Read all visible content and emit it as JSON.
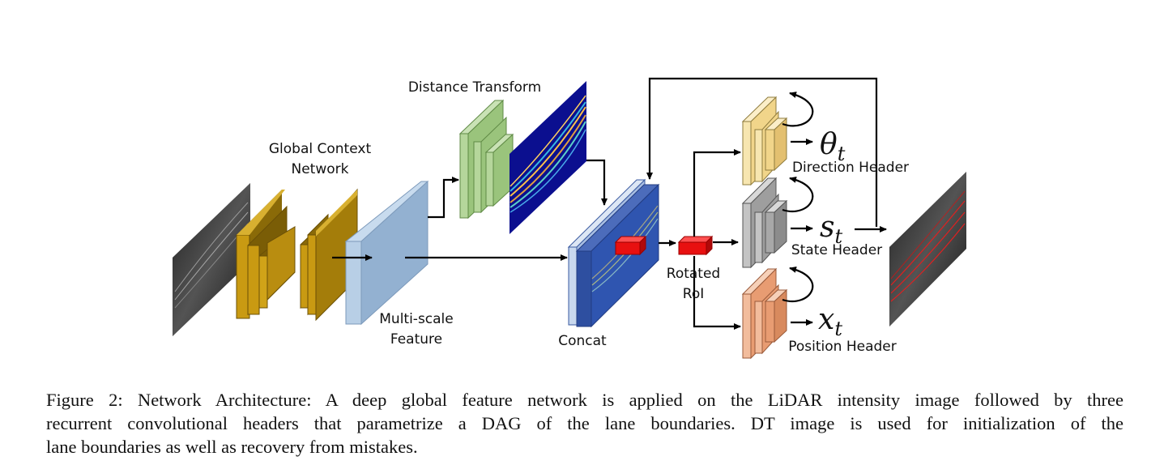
{
  "labels": {
    "global_context_line1": "Global Context",
    "global_context_line2": "Network",
    "distance_transform": "Distance Transform",
    "multiscale_line1": "Multi-scale",
    "multiscale_line2": "Feature",
    "concat": "Concat",
    "rotated_line1": "Rotated",
    "rotated_line2": "RoI",
    "direction_header": "Direction Header",
    "state_header": "State Header",
    "position_header": "Position Header"
  },
  "math": {
    "theta": {
      "base": "θ",
      "sub": "t"
    },
    "s": {
      "base": "s",
      "sub": "t"
    },
    "x": {
      "base": "x",
      "sub": "t"
    }
  },
  "caption": {
    "line1": "Figure 2: Network Architecture: A deep global feature network is applied on the LiDAR intensity image followed by three",
    "line2": "recurrent convolutional headers that parametrize a DAG of the lane boundaries.  DT image is used for initialization of the",
    "line3": "lane boundaries as well as recovery from mistakes."
  },
  "colors": {
    "global_blocks": "#b8900e",
    "multiscale": "#9dbbd9",
    "distance_blocks": "#a9cc8c",
    "dt_image_bg": "#0b0f8f",
    "concat_fill": "#3457a8",
    "rotated_roi": "#e01010",
    "direction_header": "#f3dc96",
    "state_header": "#a6a6a6",
    "position_header": "#eaa27c"
  }
}
